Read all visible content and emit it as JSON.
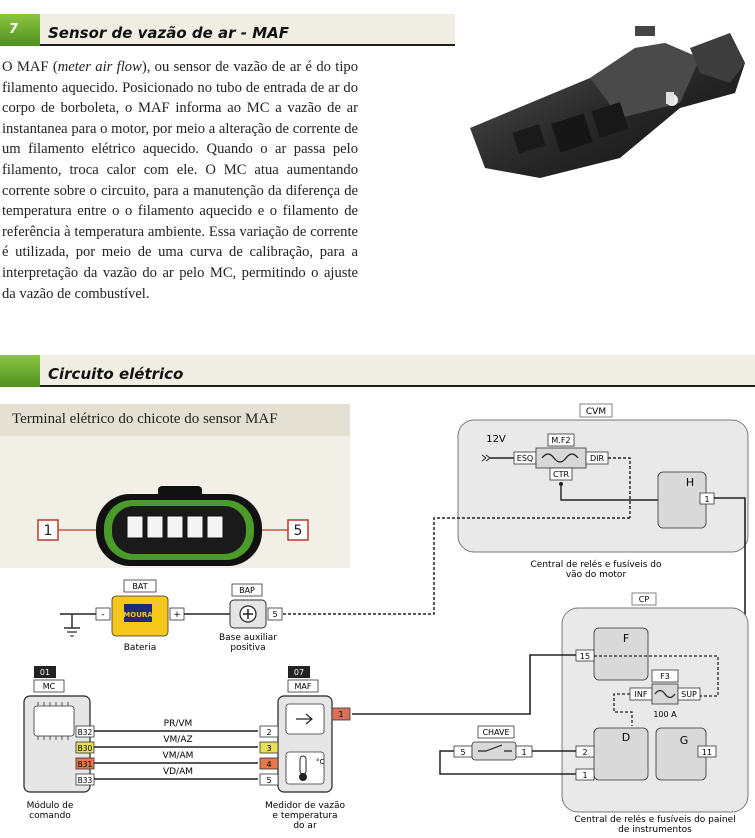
{
  "section1": {
    "number": "7",
    "title": "Sensor de vazão de ar - MAF"
  },
  "intro": {
    "lead": "O MAF (",
    "term": "meter air flow",
    "rest": "), ou sensor de vazão de ar é do tipo filamento aquecido. Posicionado no tubo de entrada de ar do corpo de borboleta, o MAF informa ao MC a vazão de ar instantanea para o motor, por meio a alteração de corrente de um filamento elétrico aquecido. Quando o ar passa pelo filamento, troca calor com ele. O MC atua aumentando corrente sobre o circuito, para a manutenção da diferença de temperatura entre o o filamento aquecido e o filamento de referência à temperatura ambiente. Essa variação de corrente é utilizada, por meio de uma curva de calibração, para a interpretação da  vazão do ar pelo MC, permitindo o ajuste da vazão de combustível."
  },
  "section2": {
    "title": "Circuito elétrico"
  },
  "terminal": {
    "title": "Terminal elétrico do chicote do sensor MAF",
    "pin_left": "1",
    "pin_right": "5"
  },
  "cvm": {
    "tag": "CVM",
    "voltage": "12V",
    "fuse": "M.F2",
    "esq": "ESQ",
    "dir": "DIR",
    "ctr": "CTR",
    "relay": "H",
    "relay_pin": "1",
    "caption_1": "Central de relés e fusíveis do",
    "caption_2": "vão do motor"
  },
  "battery": {
    "tag": "BAT",
    "label": "Bateria",
    "brand": "MOURA",
    "minus": "-",
    "plus": "+"
  },
  "bap": {
    "tag": "BAP",
    "label_1": "Base auxiliar",
    "label_2": "positiva",
    "pin": "5"
  },
  "cp": {
    "tag": "CP",
    "relay_f": "F",
    "pin_15": "15",
    "fuse": "F3",
    "inf": "INF",
    "sup": "SUP",
    "amp": "100 A",
    "relay_d": "D",
    "relay_g": "G",
    "pin_2": "2",
    "pin_1": "1",
    "pin_11": "11",
    "caption_1": "Central de relés e fusíveis do painel",
    "caption_2": "de instrumentos"
  },
  "chave": {
    "tag": "CHAVE",
    "pin_in": "5",
    "pin_out": "1"
  },
  "mc": {
    "number": "01",
    "tag": "MC",
    "label_1": "Módulo de",
    "label_2": "comando",
    "pins": [
      "B32",
      "B30",
      "B31",
      "B33"
    ]
  },
  "maf": {
    "number": "07",
    "tag": "MAF",
    "label_1": "Medidor de vazão",
    "label_2": "e  temperatura",
    "label_3": "do ar",
    "pins": [
      "1",
      "2",
      "3",
      "4",
      "5"
    ]
  },
  "wires": [
    "PR/VM",
    "VM/AZ",
    "VM/AM",
    "VD/AM"
  ],
  "colors": {
    "green_accent": "#6db33f",
    "cable_dash": "#222222",
    "pin_yellow": "#e8e05a",
    "pin_orange": "#e8774a",
    "pin_red": "#d9705a"
  }
}
